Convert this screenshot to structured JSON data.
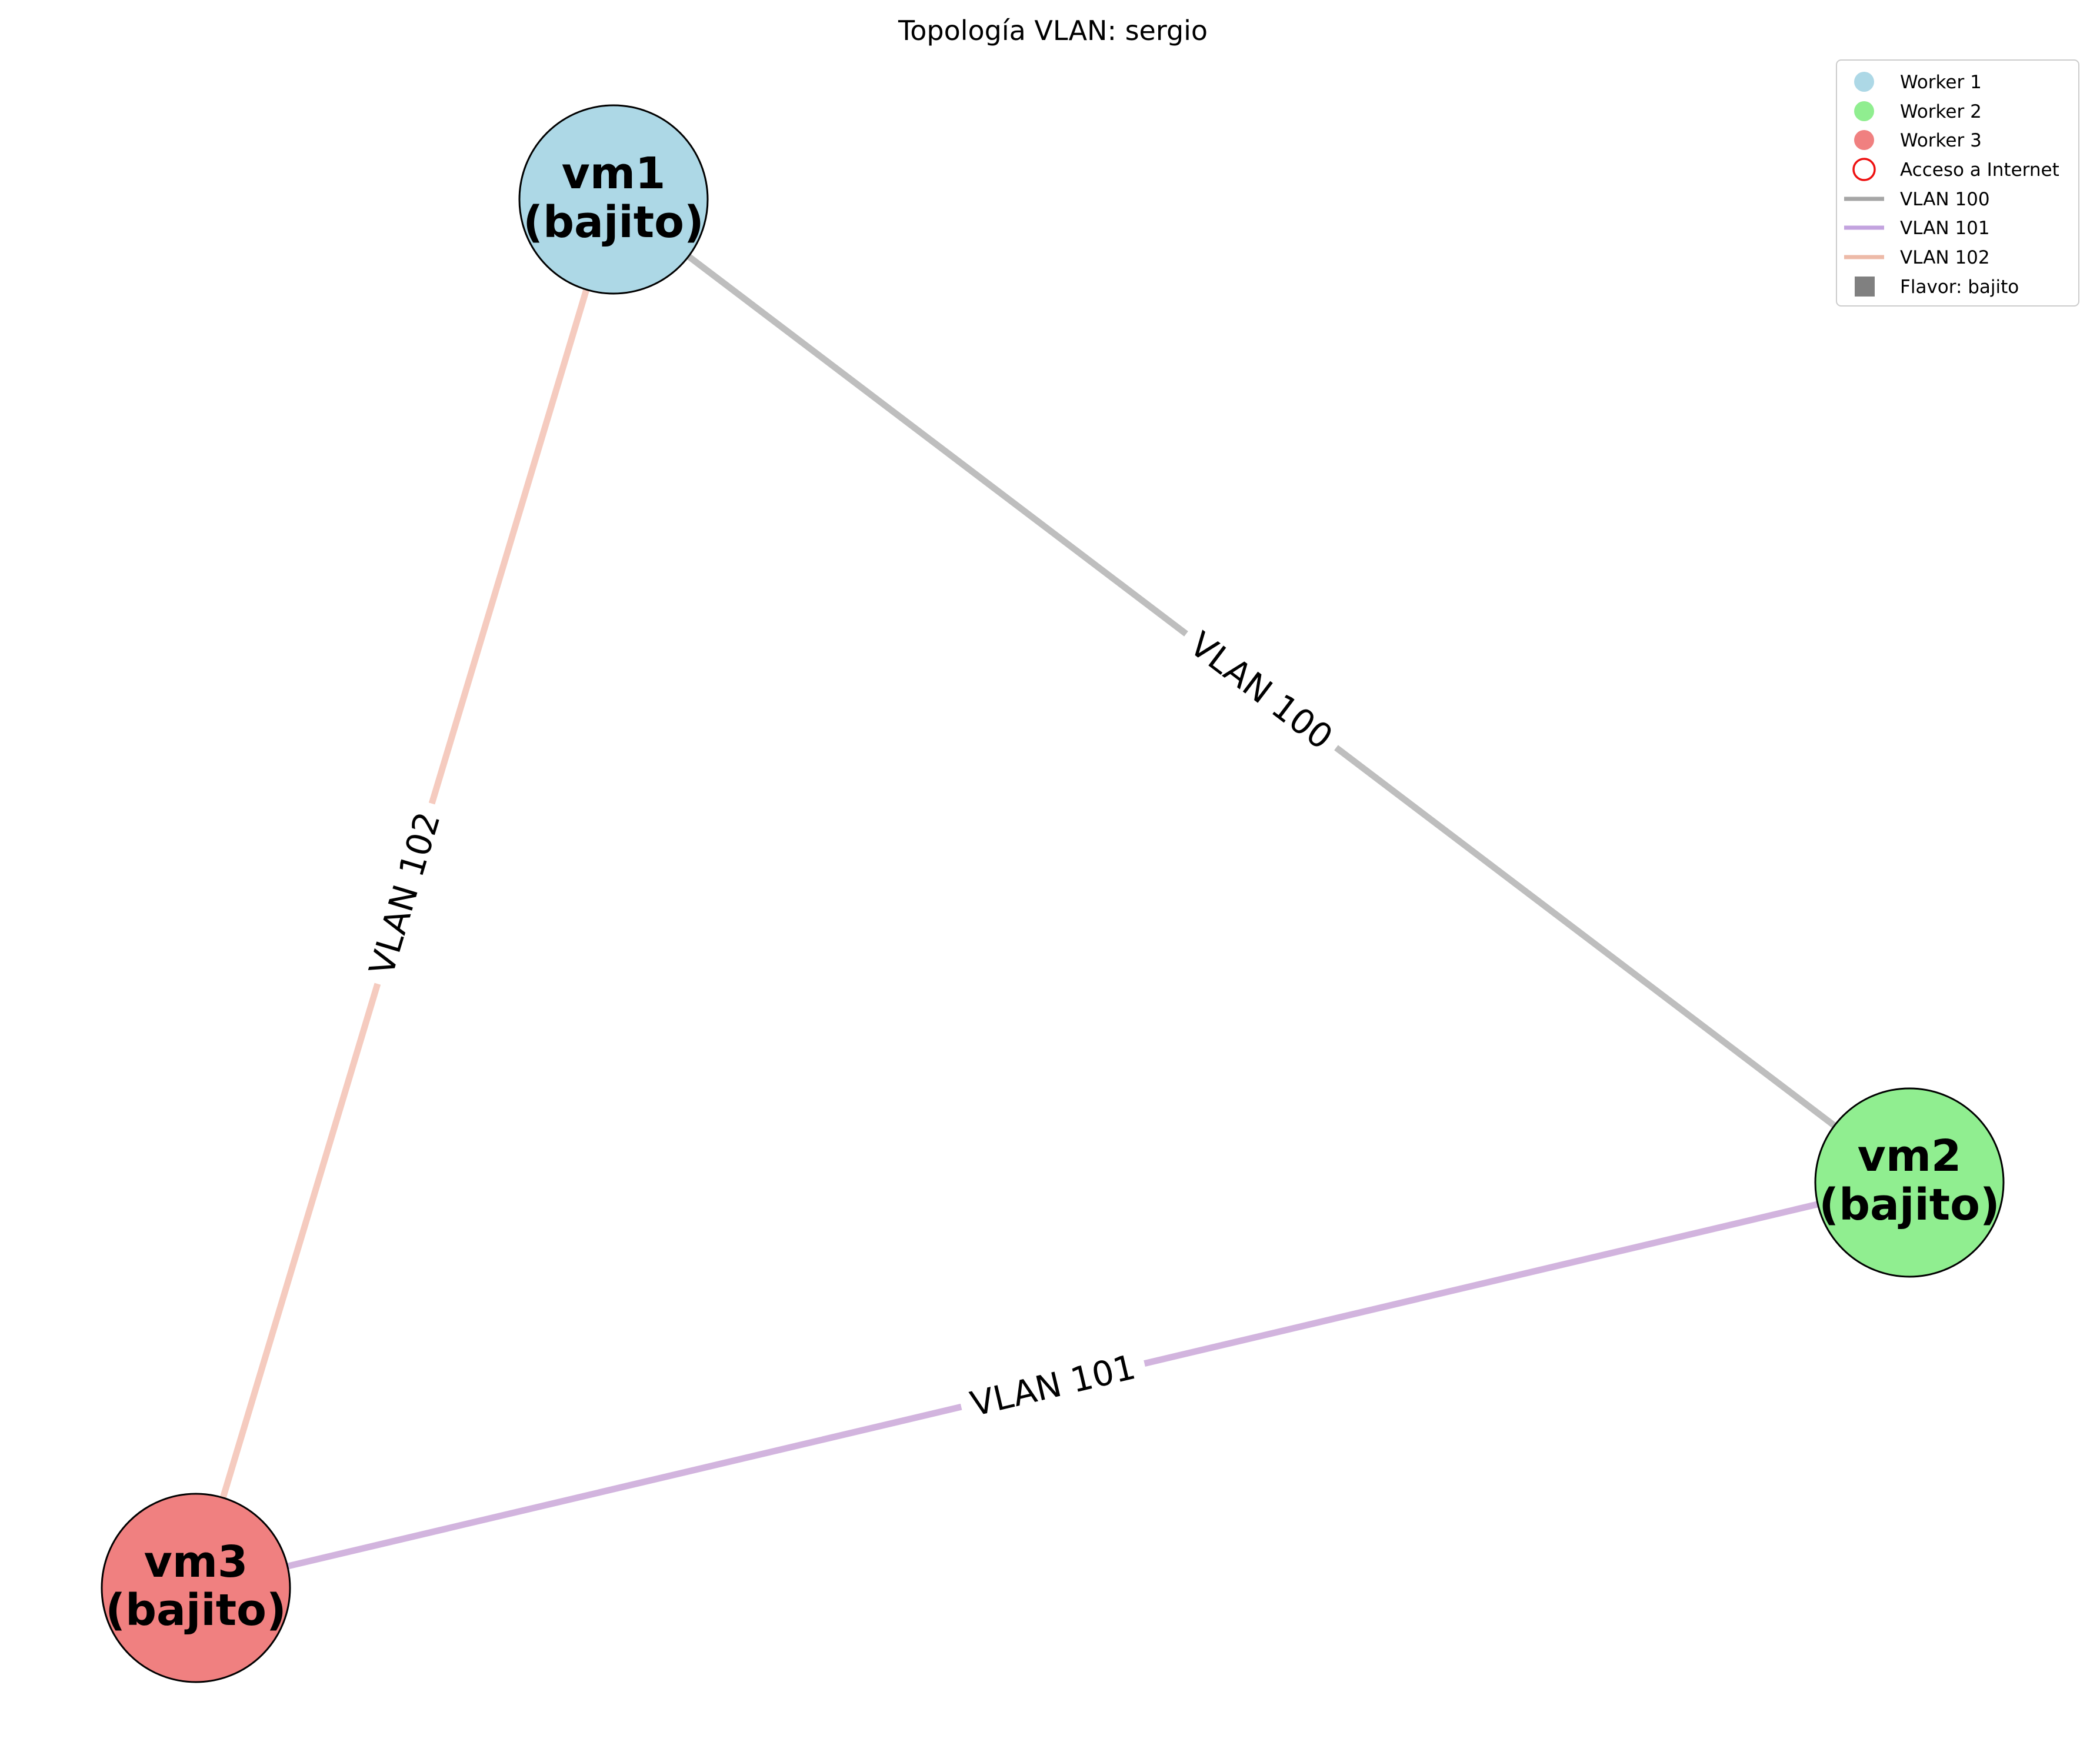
{
  "title": "Topología VLAN: sergio",
  "nodes": [
    {
      "id": "vm1",
      "name": "vm1",
      "flavor_label": "(bajito)",
      "worker": "Worker 1",
      "color": "#add8e6"
    },
    {
      "id": "vm2",
      "name": "vm2",
      "flavor_label": "(bajito)",
      "worker": "Worker 2",
      "color": "#90ee90"
    },
    {
      "id": "vm3",
      "name": "vm3",
      "flavor_label": "(bajito)",
      "worker": "Worker 3",
      "color": "#f08080"
    }
  ],
  "edges": [
    {
      "source": "vm1",
      "target": "vm2",
      "label": "VLAN 100",
      "color": "#bebebe"
    },
    {
      "source": "vm2",
      "target": "vm3",
      "label": "VLAN 101",
      "color": "#d2b4de"
    },
    {
      "source": "vm1",
      "target": "vm3",
      "label": "VLAN 102",
      "color": "#f5cbbf"
    }
  ],
  "legend": {
    "items": [
      {
        "label": "Worker 1",
        "marker": "circle-filled",
        "color": "#add8e6"
      },
      {
        "label": "Worker 2",
        "marker": "circle-filled",
        "color": "#90ee90"
      },
      {
        "label": "Worker 3",
        "marker": "circle-filled",
        "color": "#f08080"
      },
      {
        "label": "Acceso a Internet",
        "marker": "circle-outline",
        "color": "#ee1111"
      },
      {
        "label": "VLAN 100",
        "marker": "line",
        "color": "#a6a6a6"
      },
      {
        "label": "VLAN 101",
        "marker": "line",
        "color": "#c3a3df"
      },
      {
        "label": "VLAN 102",
        "marker": "line",
        "color": "#edbaa8"
      },
      {
        "label": "Flavor: bajito",
        "marker": "square",
        "color": "#808080"
      }
    ]
  }
}
